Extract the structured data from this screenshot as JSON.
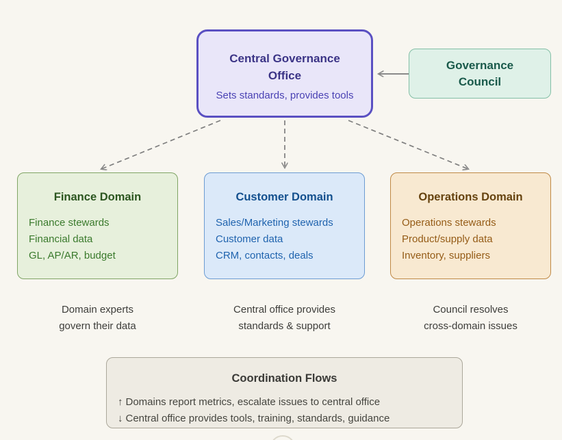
{
  "central_office": {
    "title": "Central Governance Office",
    "subtitle": "Sets standards, provides tools"
  },
  "council": {
    "title_line1": "Governance",
    "title_line2": "Council"
  },
  "domains": [
    {
      "title": "Finance Domain",
      "lines": [
        "Finance stewards",
        "Financial data",
        "GL, AP/AR, budget"
      ],
      "caption_line1": "Domain experts",
      "caption_line2": "govern their data"
    },
    {
      "title": "Customer Domain",
      "lines": [
        "Sales/Marketing stewards",
        "Customer data",
        "CRM, contacts, deals"
      ],
      "caption_line1": "Central office provides",
      "caption_line2": "standards & support"
    },
    {
      "title": "Operations Domain",
      "lines": [
        "Operations stewards",
        "Product/supply data",
        "Inventory, suppliers"
      ],
      "caption_line1": "Council resolves",
      "caption_line2": "cross-domain issues"
    }
  ],
  "coordination": {
    "title": "Coordination Flows",
    "flows": [
      {
        "icon": "↑",
        "text": "Domains report metrics, escalate issues to central office"
      },
      {
        "icon": "↓",
        "text": "Central office provides tools, training, standards, guidance"
      }
    ]
  },
  "colors": {
    "background": "#f8f6f0",
    "central_border": "#5a50c2",
    "central_fill": "#e9e6f9",
    "council_border": "#83bfa6",
    "council_fill": "#dff1e8",
    "finance_border": "#7fa464",
    "customer_border": "#6b9bd2",
    "operations_border": "#bf8845",
    "arrow_gray": "#8a8a8a"
  }
}
